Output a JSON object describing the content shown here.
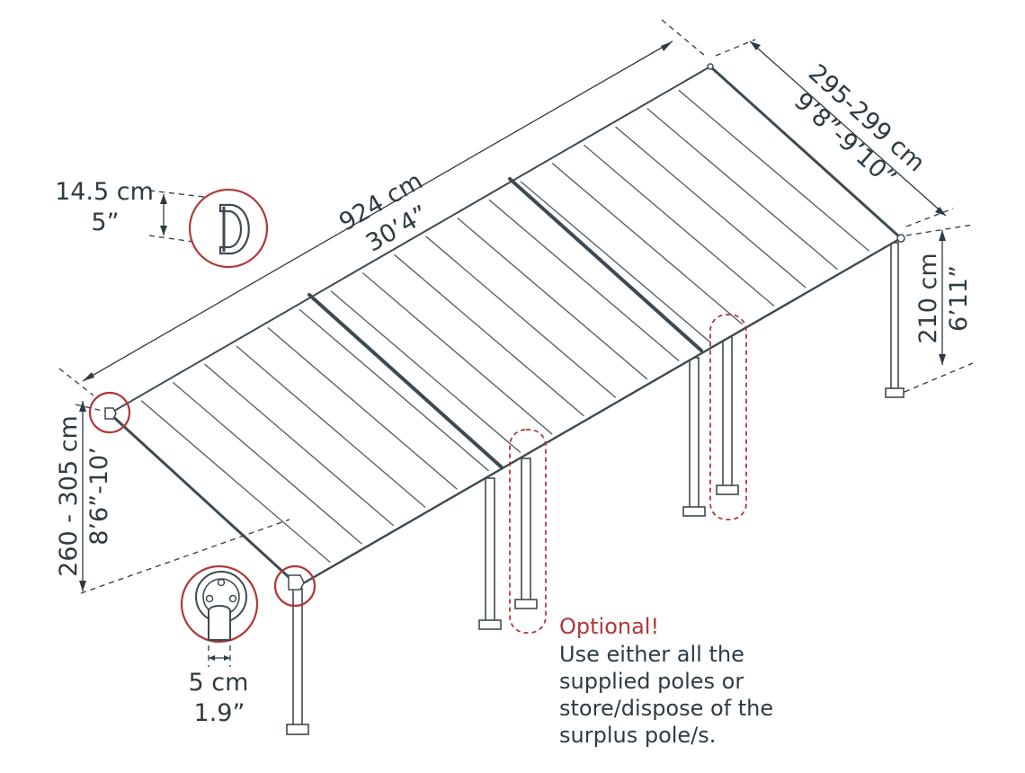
{
  "dimensions": {
    "length_cm": "924 cm",
    "length_ft": "30’4”",
    "width_cm": "295-299 cm",
    "width_ft": "9’8”-9’10”",
    "back_height_cm": "210 cm",
    "back_height_ft": "6’11”",
    "front_height_cm": "260 - 305 cm",
    "front_height_ft": "8’6”-10’",
    "gutter_cm": "14.5 cm",
    "gutter_in": "5”",
    "post_cm": "5 cm",
    "post_in": "1.9”"
  },
  "note": {
    "title": "Optional!",
    "lines": [
      "Use either all the",
      "supplied poles or",
      "store/dispose of the",
      "surplus pole/s."
    ]
  },
  "colors": {
    "line": "#3d4a52",
    "accent": "#b0383b",
    "background": "#ffffff"
  }
}
